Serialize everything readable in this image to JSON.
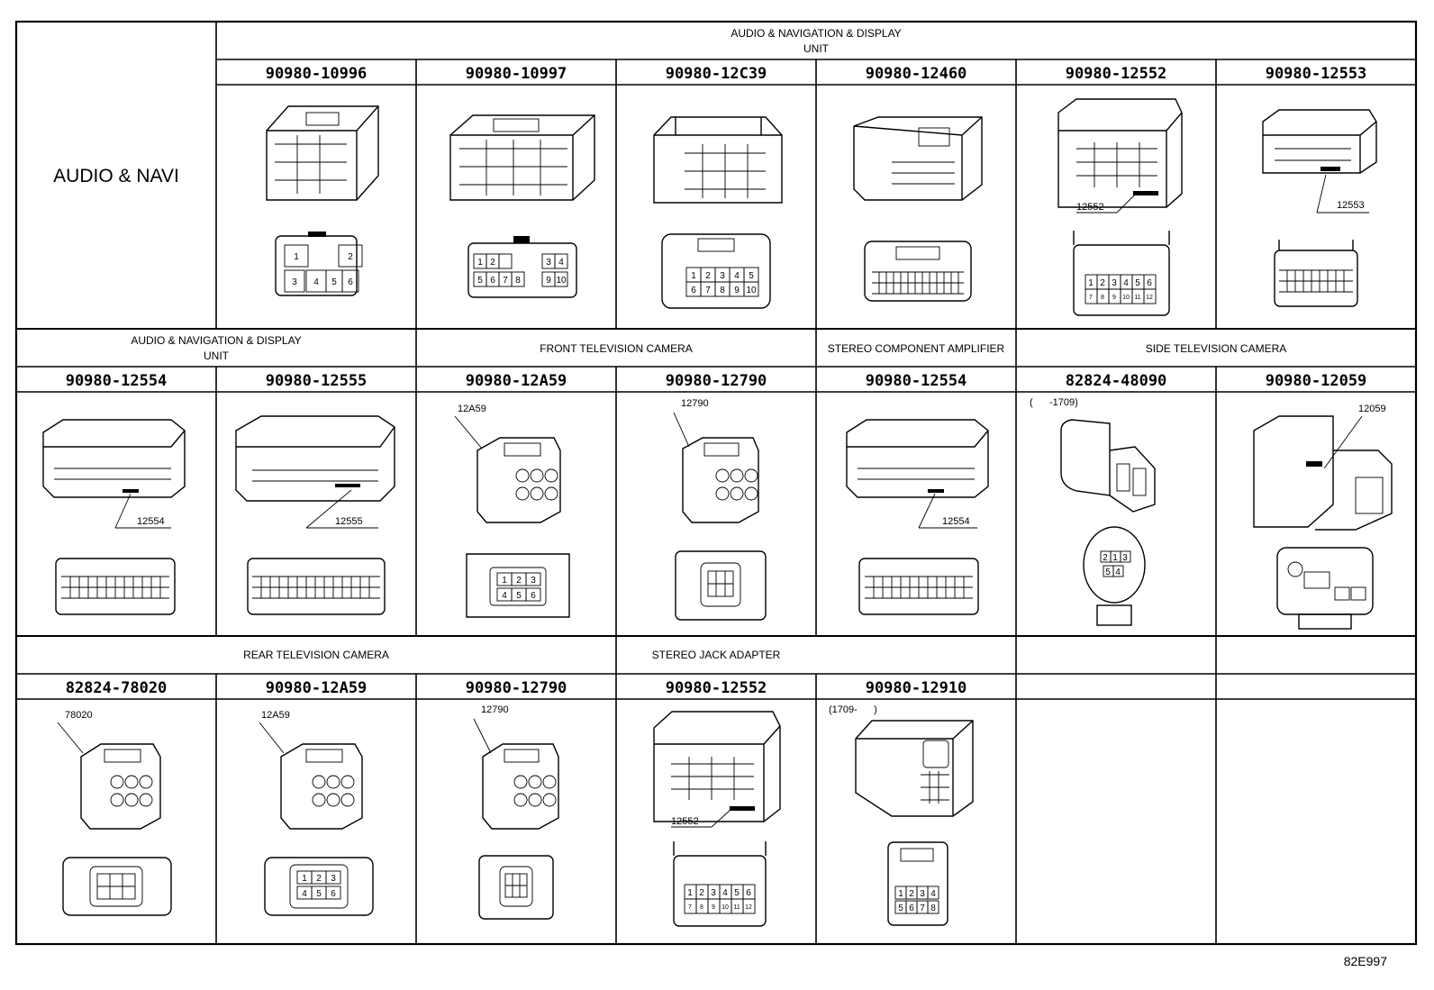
{
  "row_label": "AUDIO & NAVI",
  "sections": {
    "r1_unit_line1": "AUDIO & NAVIGATION & DISPLAY",
    "r1_unit_line2": "UNIT",
    "r2_unit_line1": "AUDIO & NAVIGATION & DISPLAY",
    "r2_unit_line2": "UNIT",
    "r2_front_camera": "FRONT TELEVISION CAMERA",
    "r2_amplifier": "STEREO COMPONENT AMPLIFIER",
    "r2_side_camera": "SIDE TELEVISION CAMERA",
    "r3_rear_camera": "REAR TELEVISION CAMERA",
    "r3_jack_adapter": "STEREO JACK ADAPTER"
  },
  "row1_parts": [
    "90980-10996",
    "90980-10997",
    "90980-12C39",
    "90980-12460",
    "90980-12552",
    "90980-12553"
  ],
  "row2_parts": [
    "90980-12554",
    "90980-12555",
    "90980-12A59",
    "90980-12790",
    "90980-12554",
    "82824-48090",
    "90980-12059"
  ],
  "row3_parts": [
    "82824-78020",
    "90980-12A59",
    "90980-12790",
    "90980-12552",
    "90980-12910"
  ],
  "callouts": {
    "r1c5": "12552",
    "r1c6": "12553",
    "r2c1": "12554",
    "r2c2": "12555",
    "r2c3": "12A59",
    "r2c4": "12790",
    "r2c5": "12554",
    "r2c6_note": "(      -1709)",
    "r2c7": "12059",
    "r3c1": "78020",
    "r3c2": "12A59",
    "r3c3": "12790",
    "r3c4": "12552",
    "r3c5_note": "(1709-      )"
  },
  "pins": {
    "r1c1": [
      "1",
      "2",
      "3",
      "4",
      "5",
      "6"
    ],
    "r1c2": [
      "1",
      "2",
      "3",
      "4",
      "5",
      "6",
      "7",
      "8",
      "9",
      "10"
    ],
    "r1c3": [
      "1",
      "2",
      "3",
      "4",
      "5",
      "6",
      "7",
      "8",
      "9",
      "10"
    ],
    "r1c5": [
      "1",
      "2",
      "3",
      "4",
      "5",
      "6",
      "7",
      "8",
      "9",
      "10",
      "11",
      "12"
    ],
    "r2c3": [
      "1",
      "2",
      "3",
      "4",
      "5",
      "6"
    ],
    "r2c6": [
      "2",
      "1",
      "3",
      "5",
      "4"
    ],
    "r3c2": [
      "1",
      "2",
      "3",
      "4",
      "5",
      "6"
    ],
    "r3c4": [
      "1",
      "2",
      "3",
      "4",
      "5",
      "6",
      "7",
      "8",
      "9",
      "10",
      "11",
      "12"
    ],
    "r3c5": [
      "1",
      "2",
      "3",
      "4",
      "5",
      "6",
      "7",
      "8"
    ]
  },
  "figure_code": "82E997"
}
